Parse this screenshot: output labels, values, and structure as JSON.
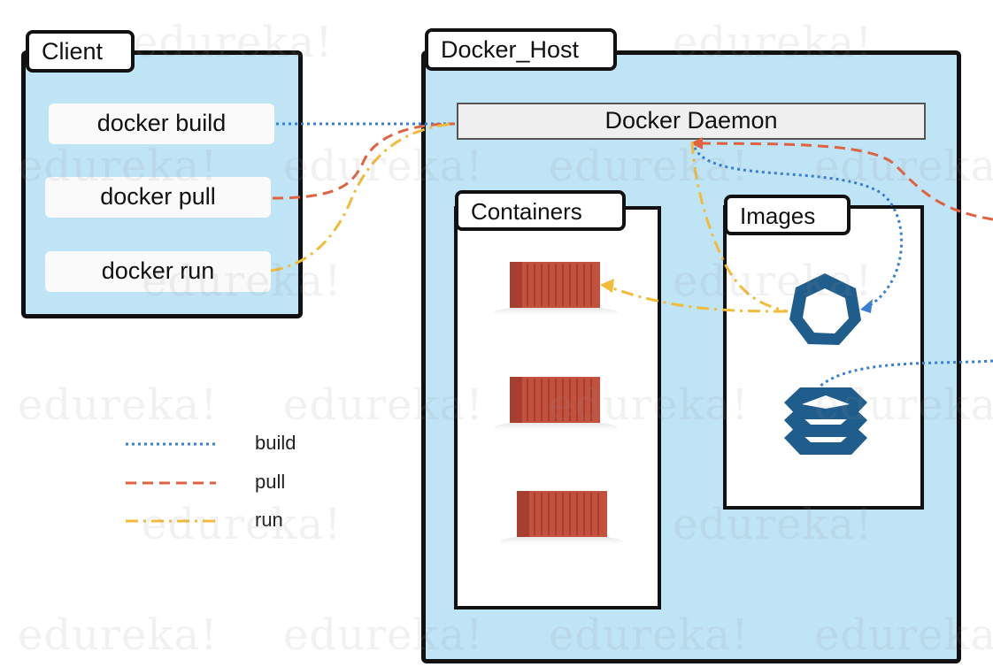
{
  "client": {
    "title": "Client",
    "commands": [
      "docker build",
      "docker pull",
      "docker run"
    ]
  },
  "host": {
    "title": "Docker_Host",
    "daemon": "Docker Daemon",
    "containers_title": "Containers",
    "images_title": "Images"
  },
  "legend": {
    "build": "build",
    "pull": "pull",
    "run": "run"
  },
  "colors": {
    "build": "#3a7fd0",
    "pull": "#e0623f",
    "run": "#f2bb3a",
    "panel": "#bfe4f6",
    "image_icon": "#1f5d8c",
    "container": "#c4503e"
  },
  "watermark": "edureka!"
}
